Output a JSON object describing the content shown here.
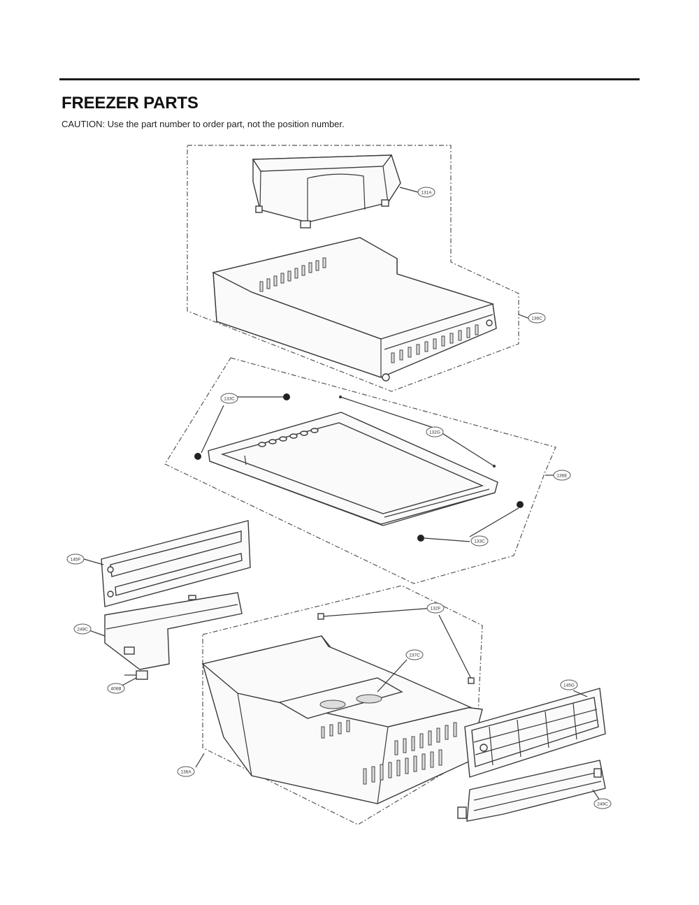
{
  "header": {
    "title": "FREEZER PARTS",
    "caution": "CAUTION: Use the part number to order part, not the position number."
  },
  "callouts": {
    "c131A": "131A",
    "c136C": "136C",
    "c133C": "133C",
    "c132G": "132G",
    "c136E": "136E",
    "c133C_b": "133C",
    "c145F": "145F",
    "c249C": "249C",
    "c406B": "406B",
    "c132F": "132F",
    "c237C": "237C",
    "c145G": "145G",
    "c136A": "136A",
    "c249C_b": "249C"
  }
}
